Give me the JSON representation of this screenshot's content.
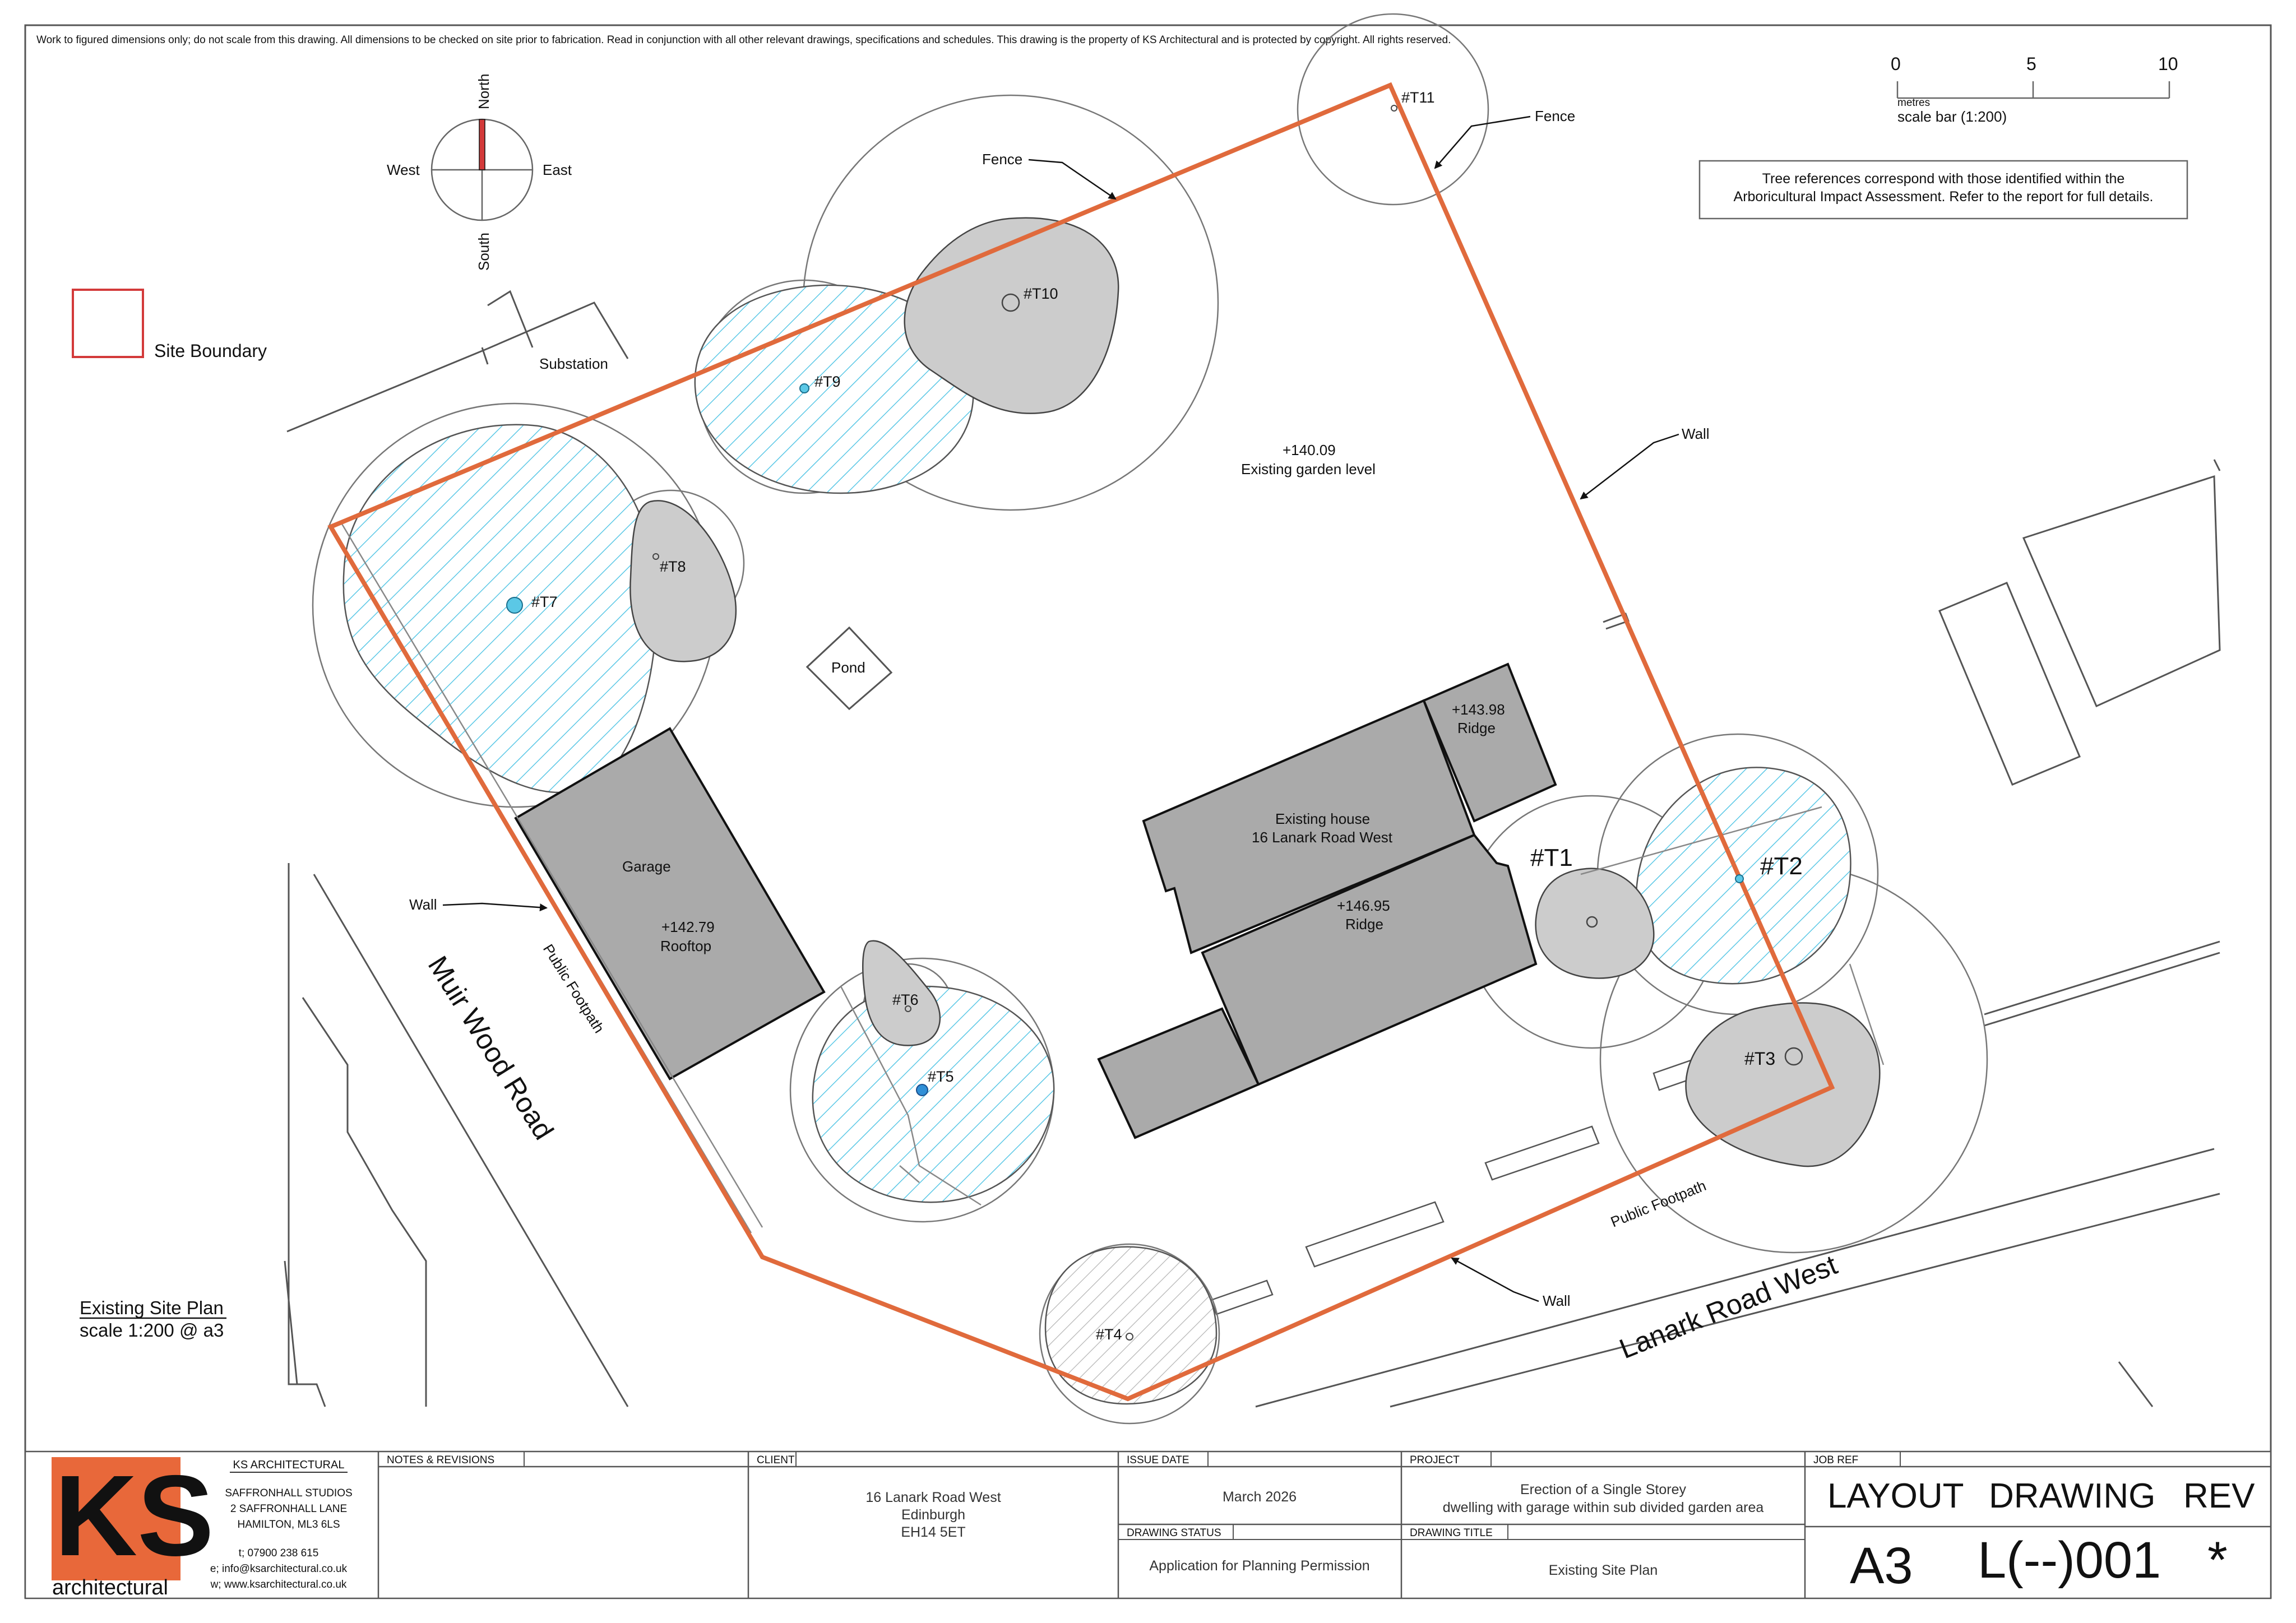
{
  "disclaimer": "Work to figured dimensions only; do not scale from this drawing. All dimensions to be checked on site prior to fabrication. Read in conjunction with all other relevant drawings, specifications and schedules. This drawing is the property of KS Architectural and is protected by copyright. All rights reserved.",
  "compass": {
    "north": "North",
    "south": "South",
    "east": "East",
    "west": "West"
  },
  "legend": {
    "site_boundary": "Site Boundary"
  },
  "scale_bar": {
    "tick_0": "0",
    "tick_5": "5",
    "tick_10": "10",
    "unit": "metres",
    "label": "scale bar (1:200)"
  },
  "note": {
    "line1": "Tree references correspond with those identified within the",
    "line2": "Arboricultural Impact Assessment. Refer to the report for full details."
  },
  "plan_title": {
    "title": "Existing Site Plan",
    "scale": "scale 1:200 @ a3"
  },
  "labels": {
    "substation": "Substation",
    "pond": "Pond",
    "fence_1": "Fence",
    "fence_2": "Fence",
    "wall_1": "Wall",
    "wall_2": "Wall",
    "wall_3": "Wall",
    "garden_level": "+140.09",
    "garden_level_text": "Existing garden level",
    "garage": "Garage",
    "garage_level": "+142.79",
    "garage_level_text": "Rooftop",
    "house_1": "Existing house",
    "house_2": "16 Lanark Road West",
    "ridge_1_level": "+146.95",
    "ridge_1_text": "Ridge",
    "ridge_2_level": "+143.98",
    "ridge_2_text": "Ridge",
    "footpath_1": "Public Footpath",
    "footpath_2": "Public Footpath",
    "road_1": "Muir Wood Road",
    "road_2": "Lanark Road West"
  },
  "trees": {
    "t1": "#T1",
    "t2": "#T2",
    "t3": "#T3",
    "t4": "#T4",
    "t5": "#T5",
    "t6": "#T6",
    "t7": "#T7",
    "t8": "#T8",
    "t9": "#T9",
    "t10": "#T10",
    "t11": "#T11"
  },
  "title_block": {
    "company": "KS ARCHITECTURAL",
    "logo_text": "KS",
    "logo_sub": "architectural",
    "address_1": "SAFFRONHALL STUDIOS",
    "address_2": "2 SAFFRONHALL LANE",
    "address_3": "HAMILTON, ML3 6LS",
    "phone": "t; 07900 238 615",
    "email": "e; info@ksarchitectural.co.uk",
    "web": "w; www.ksarchitectural.co.uk",
    "notes_header": "NOTES & REVISIONS",
    "client_header": "CLIENT",
    "client_1": "16 Lanark Road West",
    "client_2": "Edinburgh",
    "client_3": "EH14 5ET",
    "issue_date_header": "ISSUE DATE",
    "issue_date": "March 2026",
    "drawing_status_header": "DRAWING STATUS",
    "drawing_status": "Application for Planning Permission",
    "project_header": "PROJECT",
    "project_1": "Erection of a Single Storey",
    "project_2": "dwelling with garage within sub divided garden area",
    "drawing_title_header": "DRAWING TITLE",
    "drawing_title": "Existing Site Plan",
    "job_ref_header": "JOB REF",
    "layout_label": "LAYOUT",
    "drawing_label": "DRAWING",
    "rev_label": "REV",
    "layout_value": "A3",
    "drawing_value": "L(--)001",
    "rev_value": "*"
  },
  "colors": {
    "boundary": "#e06a3c",
    "building": "#aaaaaa",
    "tree_canopy": "#cccccc",
    "hatch": "#5bc8e6",
    "logo": "#e8683a",
    "north_arrow": "#d33a3a"
  }
}
